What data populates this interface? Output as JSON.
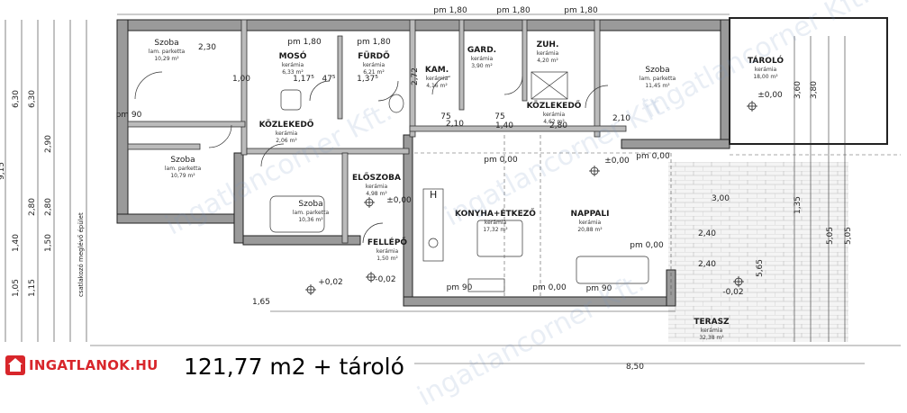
{
  "plan": {
    "rooms": [
      {
        "id": "szoba1",
        "name": "Szoba",
        "floor": "lam. parketta",
        "area": "10,29 m²"
      },
      {
        "id": "moso",
        "name": "MOSÓ",
        "floor": "kerámia",
        "area": "6,33 m²"
      },
      {
        "id": "furdo",
        "name": "FÜRDŐ",
        "floor": "kerámia",
        "area": "6,21 m²"
      },
      {
        "id": "kam",
        "name": "KAM.",
        "floor": "kerámia",
        "area": "4,16 m²"
      },
      {
        "id": "gard",
        "name": "GARD.",
        "floor": "kerámia",
        "area": "3,90 m²"
      },
      {
        "id": "zuh",
        "name": "ZUH.",
        "floor": "kerámia",
        "area": "4,20 m²"
      },
      {
        "id": "szoba2",
        "name": "Szoba",
        "floor": "lam. parketta",
        "area": "11,45 m²"
      },
      {
        "id": "tarolo",
        "name": "TÁROLÓ",
        "floor": "kerámia",
        "area": "18,00 m²"
      },
      {
        "id": "kozlekedo1",
        "name": "KÖZLEKEDŐ",
        "floor": "kerámia",
        "area": "2,06 m²"
      },
      {
        "id": "kozlekedo2",
        "name": "KÖZLEKEDŐ",
        "floor": "kerámia",
        "area": "4,62 m²"
      },
      {
        "id": "szoba3",
        "name": "Szoba",
        "floor": "lam. parketta",
        "area": "10,79 m²"
      },
      {
        "id": "szoba4",
        "name": "Szoba",
        "floor": "lam. parketta",
        "area": "10,36 m²"
      },
      {
        "id": "eloszoba",
        "name": "ELŐSZOBA",
        "floor": "kerámia",
        "area": "4,98 m²"
      },
      {
        "id": "konyha",
        "name": "KONYHA+ÉTKEZŐ",
        "floor": "kerámia",
        "area": "17,32 m²"
      },
      {
        "id": "nappali",
        "name": "NAPPALI",
        "floor": "kerámia",
        "area": "20,88 m²"
      },
      {
        "id": "fellepo",
        "name": "FELLÉPŐ",
        "floor": "kerámia",
        "area": "1,50 m²"
      },
      {
        "id": "terasz",
        "name": "TERASZ",
        "floor": "kerámia",
        "area": "32,38 m²"
      }
    ],
    "levels": [
      "±0,00",
      "±0,00",
      "±0,00",
      "+0,02",
      "-0,02",
      "-0,02"
    ],
    "parapets": [
      "pm 1,80",
      "pm 1,80",
      "pm 1,80",
      "pm 1,80",
      "pm 1,80",
      "pm 90",
      "pm 90",
      "pm 90",
      "pm 0,00",
      "pm 0,00",
      "pm 0,00",
      "pm 0,00"
    ],
    "dimensions_top": [
      "2,30",
      "1,00",
      "1,17⁵",
      "47⁵",
      "1,37⁵",
      "2,72",
      "75",
      "75",
      "2,10",
      "1,40",
      "2,80",
      "2,10"
    ],
    "dimensions_left": [
      "9,15",
      "6,30",
      "6,30",
      "2,90",
      "2,80",
      "2,80",
      "1,40",
      "1,50",
      "1,15",
      "1,05"
    ],
    "dimensions_right": [
      "3,60",
      "3,80",
      "1,35",
      "5,05",
      "5,05",
      "5,65",
      "2,40",
      "2,40"
    ],
    "dimensions_bottom": [
      "1,65",
      "8,50",
      "3,00"
    ],
    "side_note": "csatlakozó meglévő épület",
    "h_mark": "H"
  },
  "footer": {
    "logo_text": "INGATLANOK.HU",
    "total_area": "121,77 m2 + tároló"
  },
  "watermark": "ingatlancorner Kft."
}
